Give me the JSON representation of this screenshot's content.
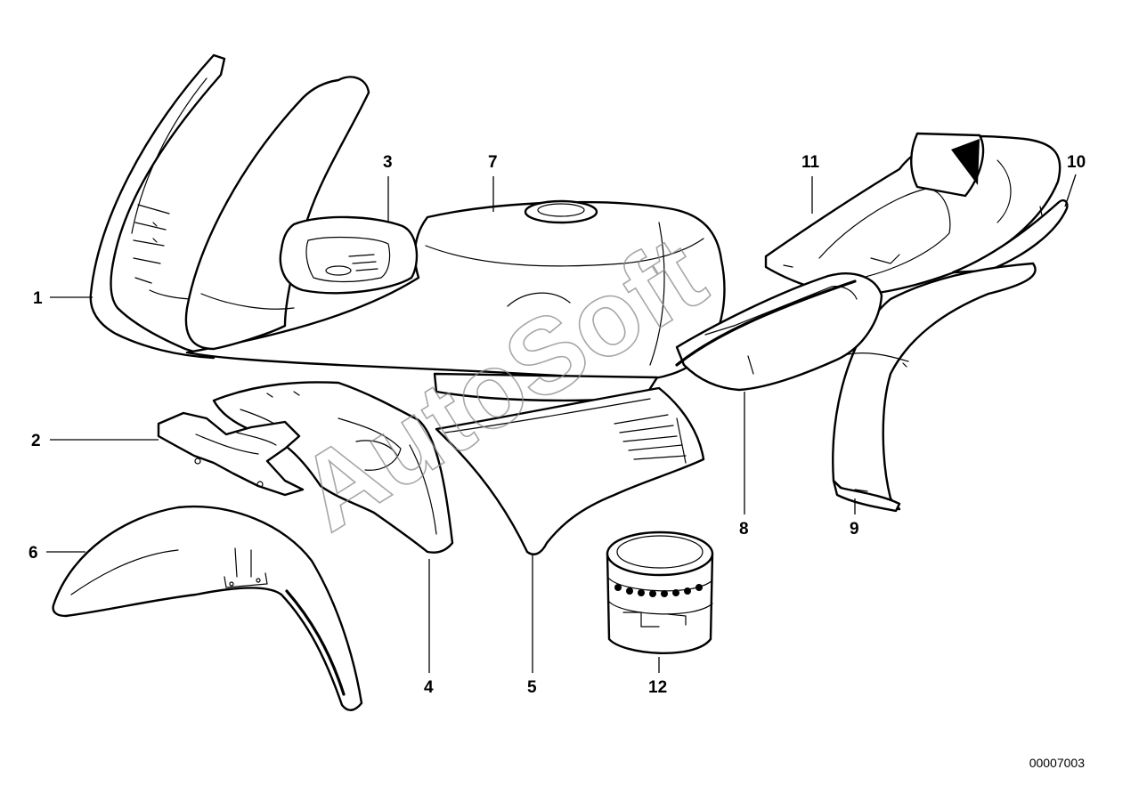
{
  "watermark": "AutoSoft",
  "document_number": "00007003",
  "callouts": {
    "p1": "1",
    "p2": "2",
    "p3": "3",
    "p4": "4",
    "p5": "5",
    "p6": "6",
    "p7": "7",
    "p8": "8",
    "p9": "9",
    "p10": "10",
    "p11": "11",
    "p12": "12"
  }
}
